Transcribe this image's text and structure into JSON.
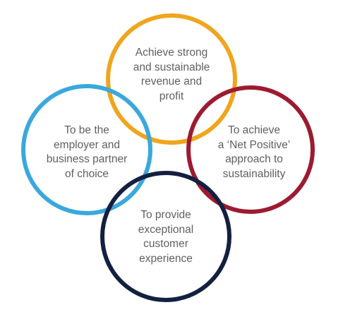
{
  "goals": [
    {
      "id": "revenue",
      "color": "#F0A51E",
      "lines": [
        "Achieve strong",
        "and sustainable",
        "revenue and",
        "profit"
      ]
    },
    {
      "id": "employer",
      "color": "#3BA8DC",
      "lines": [
        "To be the",
        "employer and",
        "business partner",
        "of choice"
      ]
    },
    {
      "id": "sustainability",
      "color": "#9C1B30",
      "lines": [
        "To achieve",
        "a ‘Net Positive’",
        "approach to",
        "sustainability"
      ]
    },
    {
      "id": "customer",
      "color": "#13203F",
      "lines": [
        "To provide",
        "exceptional",
        "customer",
        "experience"
      ]
    }
  ]
}
